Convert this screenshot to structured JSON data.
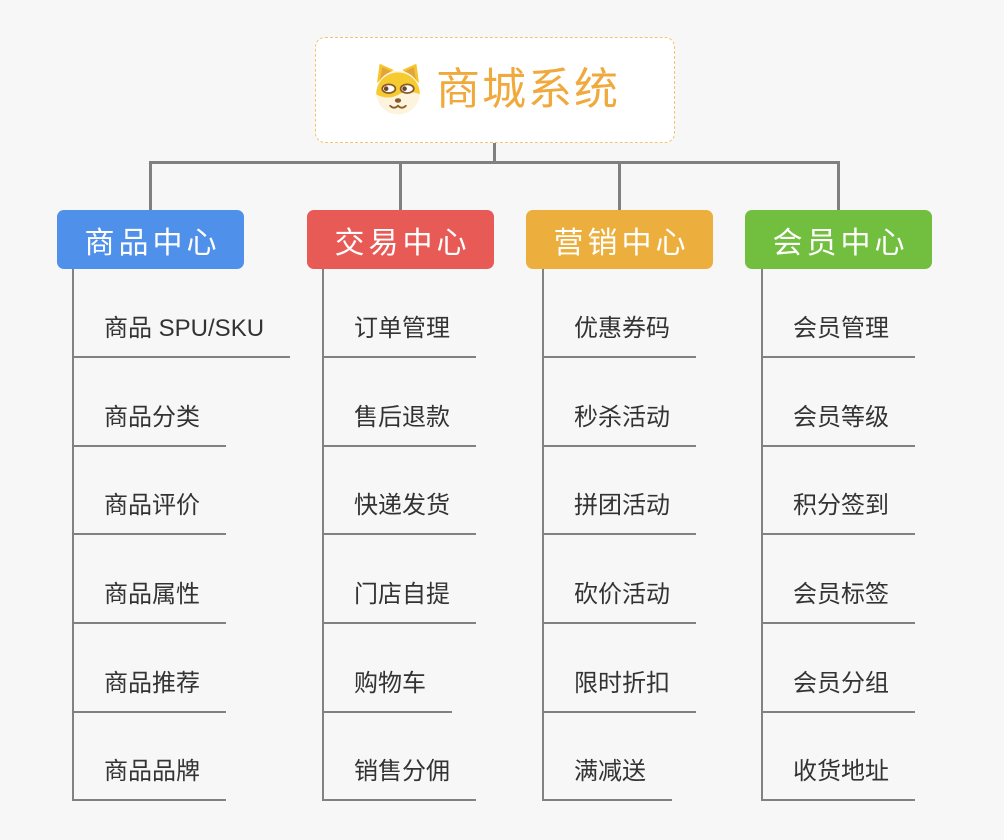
{
  "root": {
    "title": "商城系统",
    "title_color": "#f0a93c",
    "border_color": "#f2c46f",
    "icon": "dog-face-icon"
  },
  "canvas": {
    "background_color": "#f7f7f7",
    "connector_color": "#808080"
  },
  "branches": [
    {
      "label": "商品中心",
      "color": "#4e90ea",
      "items": [
        "商品 SPU/SKU",
        "商品分类",
        "商品评价",
        "商品属性",
        "商品推荐",
        "商品品牌"
      ]
    },
    {
      "label": "交易中心",
      "color": "#e85a55",
      "items": [
        "订单管理",
        "售后退款",
        "快递发货",
        "门店自提",
        "购物车",
        "销售分佣"
      ]
    },
    {
      "label": "营销中心",
      "color": "#ecae3c",
      "items": [
        "优惠券码",
        "秒杀活动",
        "拼团活动",
        "砍价活动",
        "限时折扣",
        "满减送"
      ]
    },
    {
      "label": "会员中心",
      "color": "#72bf40",
      "items": [
        "会员管理",
        "会员等级",
        "积分签到",
        "会员标签",
        "会员分组",
        "收货地址"
      ]
    }
  ]
}
